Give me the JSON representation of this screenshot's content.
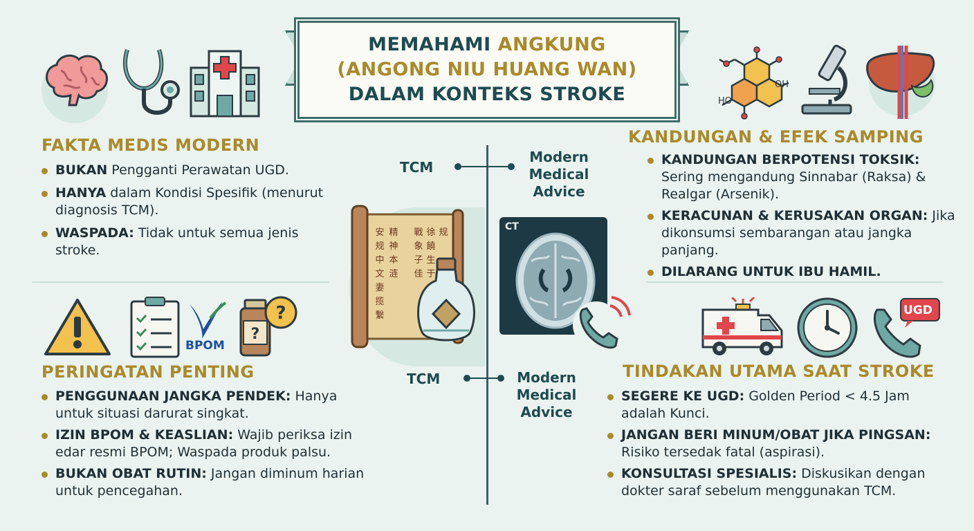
{
  "title": {
    "line1_a": "MEMAHAMI ",
    "line1_b": "ANGKUNG",
    "line2": "(ANGONG NIU HUANG WAN)",
    "line3": "DALAM KONTEKS STROKE"
  },
  "colors": {
    "accent_gold": "#a98a2b",
    "dark_teal": "#1f4b4f",
    "background": "#eaf3f0"
  },
  "icons_top_left": [
    "brain-icon",
    "stethoscope-icon",
    "hospital-icon"
  ],
  "icons_top_right": [
    "molecule-icon",
    "microscope-icon",
    "liver-icon"
  ],
  "molecule_labels": {
    "oh1": "OH",
    "oh2": "HO"
  },
  "fakta": {
    "heading": "FAKTA MEDIS MODERN",
    "items": [
      {
        "bold": "BUKAN",
        "text": " Pengganti Perawatan UGD."
      },
      {
        "bold": "HANYA",
        "text": " dalam Kondisi Spesifik (menurut diagnosis TCM)."
      },
      {
        "bold": "WASPADA:",
        "text": " Tidak untuk semua jenis stroke."
      }
    ]
  },
  "peringatan": {
    "heading": "PERINGATAN PENTING",
    "bpom_label": "BPOM",
    "items": [
      {
        "bold": "PENGGUNAAN JANGKA PENDEK:",
        "text": " Hanya untuk situasi darurat singkat."
      },
      {
        "bold": "IZIN BPOM & KEASLIAN:",
        "text": " Wajib periksa izin edar resmi BPOM; Waspada produk palsu."
      },
      {
        "bold": "BUKAN OBAT RUTIN:",
        "text": " Jangan diminum harian untuk pencegahan."
      }
    ]
  },
  "kandungan": {
    "heading": "KANDUNGAN & EFEK SAMPING",
    "items": [
      {
        "bold": "KANDUNGAN BERPOTENSI TOKSIK:",
        "text": " Sering mengandung Sinnabar (Raksa) & Realgar (Arsenik)."
      },
      {
        "bold": "KERACUNAN & KERUSAKAN ORGAN:",
        "text": " Jika dikonsumsi sembarangan atau jangka panjang."
      },
      {
        "bold": "DILARANG UNTUK IBU HAMIL.",
        "text": ""
      }
    ]
  },
  "tindakan": {
    "heading": "TINDAKAN UTAMA SAAT STROKE",
    "ugd_label": "UGD",
    "items": [
      {
        "bold": "SEGERE KE UGD:",
        "text": " Golden Period < 4.5 Jam adalah Kunci."
      },
      {
        "bold": "JANGAN BERI MINUM/OBAT JIKA PINGSAN:",
        "text": " Risiko tersedak fatal (aspirasi)."
      },
      {
        "bold": "KONSULTASI SPESIALIS:",
        "text": " Diskusikan dengan dokter saraf sebelum menggunakan TCM."
      }
    ]
  },
  "center": {
    "tcm_top": "TCM",
    "modern_top": "Modern Medical Advice",
    "tcm_bottom": "TCM",
    "modern_bottom": "Modern Medical Advice",
    "ct_label": "CT",
    "scroll_chars": [
      "安",
      "规",
      "中",
      "文",
      "妻",
      "揽",
      "繫",
      "精",
      "神",
      "本",
      "涟",
      "戰",
      "象",
      "子",
      "佳",
      "徐",
      "饒",
      "生",
      "于",
      "规"
    ]
  }
}
